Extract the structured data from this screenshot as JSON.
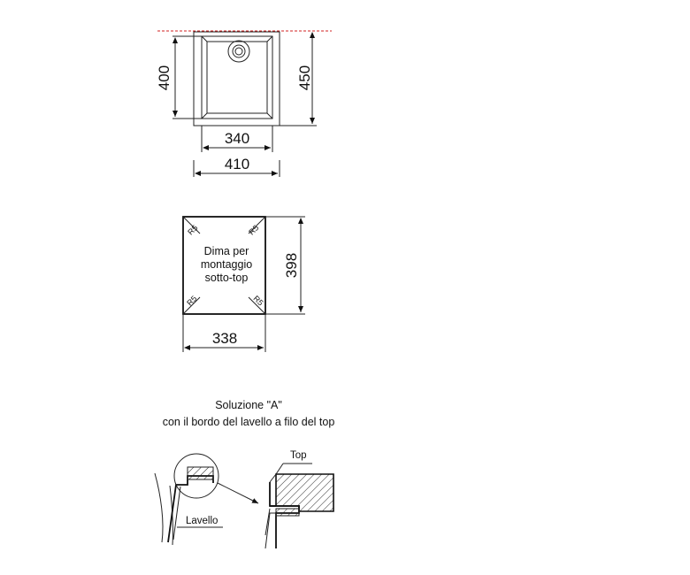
{
  "top_view": {
    "dim_height_inner": "400",
    "dim_height_outer": "450",
    "dim_width_inner": "340",
    "dim_width_outer": "410"
  },
  "template": {
    "text_line1": "Dima per",
    "text_line2": "montaggio",
    "text_line3": "sotto-top",
    "radius_label": "R5",
    "dim_width": "338",
    "dim_height": "398"
  },
  "section": {
    "title_line1": "Soluzione \"A\"",
    "title_line2": "con il bordo del lavello a filo del top",
    "label_sink": "Lavello",
    "label_top": "Top"
  },
  "colors": {
    "line": "#222222",
    "accent_red": "#d02020"
  }
}
